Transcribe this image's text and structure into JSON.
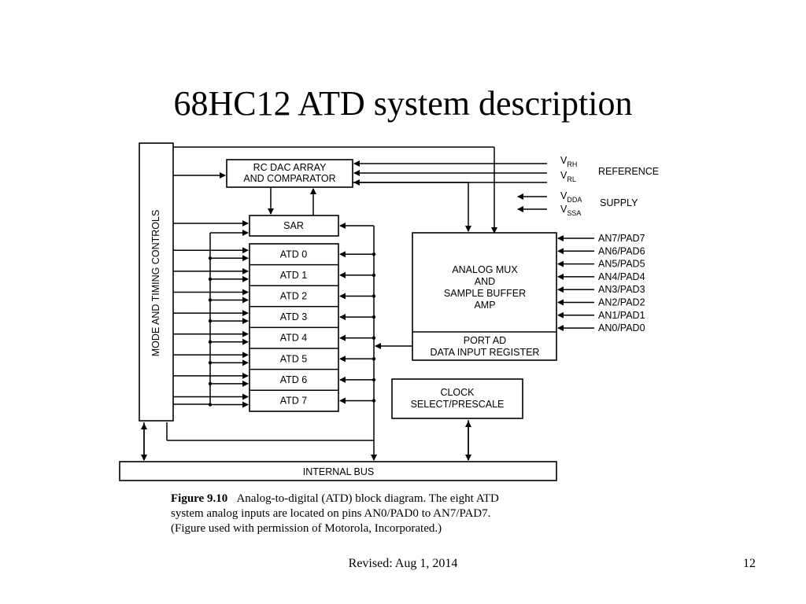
{
  "slide": {
    "title": "68HC12 ATD system description",
    "footer_revised": "Revised: Aug 1, 2014",
    "page_number": "12"
  },
  "diagram": {
    "mode_timing": "MODE AND TIMING CONTROLS",
    "rc_dac_line1": "RC DAC ARRAY",
    "rc_dac_line2": "AND COMPARATOR",
    "sar": "SAR",
    "atd_registers": [
      "ATD 0",
      "ATD 1",
      "ATD 2",
      "ATD 3",
      "ATD 4",
      "ATD 5",
      "ATD 6",
      "ATD 7"
    ],
    "mux_line1": "ANALOG MUX",
    "mux_line2": "AND",
    "mux_line3": "SAMPLE BUFFER",
    "mux_line4": "AMP",
    "port_ad_line1": "PORT AD",
    "port_ad_line2": "DATA INPUT REGISTER",
    "clock_line1": "CLOCK",
    "clock_line2": "SELECT/PRESCALE",
    "internal_bus": "INTERNAL BUS",
    "vrh_main": "V",
    "vrh_sub": "RH",
    "vrl_main": "V",
    "vrl_sub": "RL",
    "vdda_main": "V",
    "vdda_sub": "DDA",
    "vssa_main": "V",
    "vssa_sub": "SSA",
    "reference": "REFERENCE",
    "supply": "SUPPLY",
    "analog_pins": [
      "AN7/PAD7",
      "AN6/PAD6",
      "AN5/PAD5",
      "AN4/PAD4",
      "AN3/PAD3",
      "AN2/PAD2",
      "AN1/PAD1",
      "AN0/PAD0"
    ]
  },
  "caption": {
    "figure_label": "Figure 9.10",
    "line1": "Analog-to-digital (ATD) block diagram. The eight ATD",
    "line2": "system analog inputs are located on pins AN0/PAD0 to AN7/PAD7.",
    "line3": "(Figure used with permission of Motorola, Incorporated.)"
  }
}
